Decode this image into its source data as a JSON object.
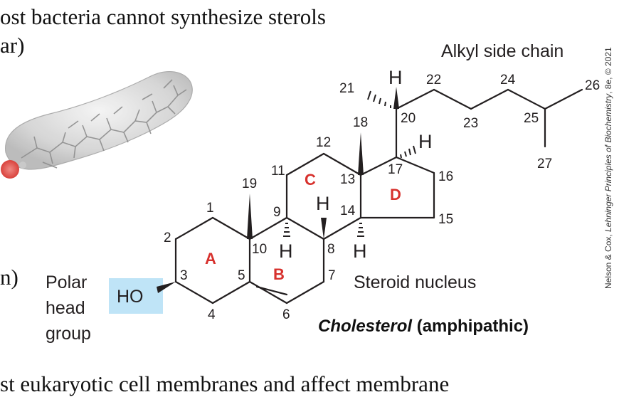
{
  "text": {
    "top_line": "ost bacteria cannot synthesize sterols",
    "top_line2": "ar)",
    "left_line": "n)",
    "bottom_line": "st eukaryotic cell membranes and affect membrane"
  },
  "diagram": {
    "alkyl_label": "Alkyl side chain",
    "steroid_label": "Steroid nucleus",
    "polar_label": [
      "Polar",
      "head",
      "group"
    ],
    "ho_label": "HO",
    "title_italic": "Cholesterol",
    "title_rest": " (amphipathic)",
    "ring_labels": {
      "A": "A",
      "B": "B",
      "C": "C",
      "D": "D"
    },
    "carbon_numbers": {
      "c1": "1",
      "c2": "2",
      "c3": "3",
      "c4": "4",
      "c5": "5",
      "c6": "6",
      "c7": "7",
      "c8": "8",
      "c9": "9",
      "c10": "10",
      "c11": "11",
      "c12": "12",
      "c13": "13",
      "c14": "14",
      "c15": "15",
      "c16": "16",
      "c17": "17",
      "c18": "18",
      "c19": "19",
      "c20": "20",
      "c21": "21",
      "c22": "22",
      "c23": "23",
      "c24": "24",
      "c25": "25",
      "c26": "26",
      "c27": "27"
    },
    "hydrogen": "H",
    "colors": {
      "ring_label": "#d7312d",
      "ho_highlight": "#bfe4f7",
      "bond": "#231f20"
    }
  },
  "credit": {
    "prefix": "Nelson & Cox, ",
    "book": "Lehninger Principles of Biochemistry",
    "suffix": ", 8e, © 2021"
  }
}
